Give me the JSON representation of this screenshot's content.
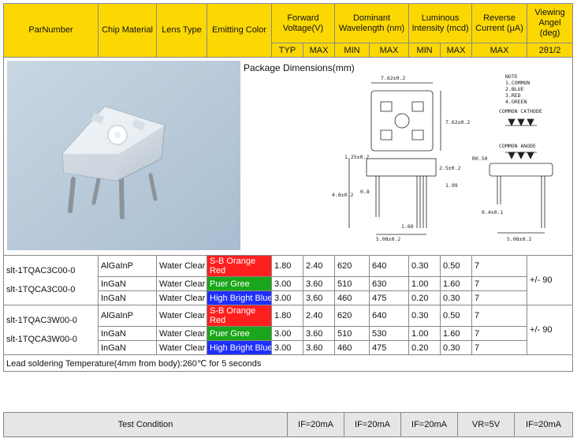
{
  "header": {
    "part_number": "ParNumber",
    "chip_material": "Chip Material",
    "lens_type": "Lens Type",
    "emitting_color": "Emitting Color",
    "forward_voltage": "Forward Voltage(V)",
    "dominant_wavelength": "Dominant Wavelength (nm)",
    "luminous_intensity": "Luminous Intensity (mcd)",
    "reverse_current": "Reverse Current (μA)",
    "viewing_angle": "Viewing Angel (deg)",
    "sub": {
      "typ": "TYP",
      "max": "MAX",
      "min": "MIN",
      "max2": "MAX",
      "min2": "MIN",
      "max3": "MAX",
      "max4": "MAX",
      "angle": "2θ1/2"
    }
  },
  "package": {
    "title": "Package Dimensions(mm)",
    "drawing": {
      "dim_width": "7.62±0.2",
      "dim_height": "7.62±0.2",
      "dim_hole": "1.25±0.2",
      "dim_lead": "2.5±0.2",
      "dim_199": "1.99",
      "dim_body": "4.8±0.2",
      "dim_dia": "0.8",
      "dim_160": "1.60",
      "dim_pitch": "5.08±0.2",
      "dim_r": "R0.50",
      "dim_lead2": "0.4±0.1",
      "dim_pitch2": "5.08±0.2",
      "note_title": "NOTE",
      "note_lines": [
        "1.COMMON",
        "2.BLUE",
        "3.RED",
        "4.GREEN"
      ],
      "common_cathode": "COMMON CATHODE",
      "common_anode": "COMMON ANODE"
    }
  },
  "groups": [
    {
      "parts": [
        "slt-1TQAC3C00-0",
        "slt-1TQCA3C00-0"
      ],
      "viewing_angle": "+/- 90",
      "rows": [
        {
          "chip": "AlGaInP",
          "lens": "Water Clear",
          "color": "S-B Orange Red",
          "vf_typ": "1.80",
          "vf_max": "2.40",
          "wl_min": "620",
          "wl_max": "640",
          "iv_min": "0.30",
          "iv_max": "0.50",
          "ir_max": "7"
        },
        {
          "chip": "InGaN",
          "lens": "Water Clear",
          "color": "Puer Gree",
          "vf_typ": "3.00",
          "vf_max": "3.60",
          "wl_min": "510",
          "wl_max": "630",
          "iv_min": "1.00",
          "iv_max": "1.60",
          "ir_max": "7"
        },
        {
          "chip": "InGaN",
          "lens": "Water Clear",
          "color": "High Bright Blue",
          "vf_typ": "3.00",
          "vf_max": "3.60",
          "wl_min": "460",
          "wl_max": "475",
          "iv_min": "0.20",
          "iv_max": "0.30",
          "ir_max": "7"
        }
      ]
    },
    {
      "parts": [
        "slt-1TQAC3W00-0",
        "slt-1TQCA3W00-0"
      ],
      "viewing_angle": "+/- 90",
      "rows": [
        {
          "chip": "AlGaInP",
          "lens": "Water Clear",
          "color": "S-B Orange Red",
          "vf_typ": "1.80",
          "vf_max": "2.40",
          "wl_min": "620",
          "wl_max": "640",
          "iv_min": "0.30",
          "iv_max": "0.50",
          "ir_max": "7"
        },
        {
          "chip": "InGaN",
          "lens": "Water Clear",
          "color": "Puer Gree",
          "vf_typ": "3.00",
          "vf_max": "3.60",
          "wl_min": "510",
          "wl_max": "530",
          "iv_min": "1.00",
          "iv_max": "1.60",
          "ir_max": "7"
        },
        {
          "chip": "InGaN",
          "lens": "Water Clear",
          "color": "High Bright Blue",
          "vf_typ": "3.00",
          "vf_max": "3.60",
          "wl_min": "460",
          "wl_max": "475",
          "iv_min": "0.20",
          "iv_max": "0.30",
          "ir_max": "7"
        }
      ]
    }
  ],
  "colors": {
    "header_bg": "#fcd803",
    "red": "#ff1f1f",
    "green": "#1aa61a",
    "blue": "#1f2fff",
    "footer_bg": "#e6e6e6"
  },
  "note": "Lead soldering Temperature(4mm from body):260℃  for 5 seconds",
  "test_condition": {
    "label": "Test Condition",
    "values": [
      "IF=20mA",
      "IF=20mA",
      "IF=20mA",
      "VR=5V",
      "IF=20mA"
    ]
  }
}
